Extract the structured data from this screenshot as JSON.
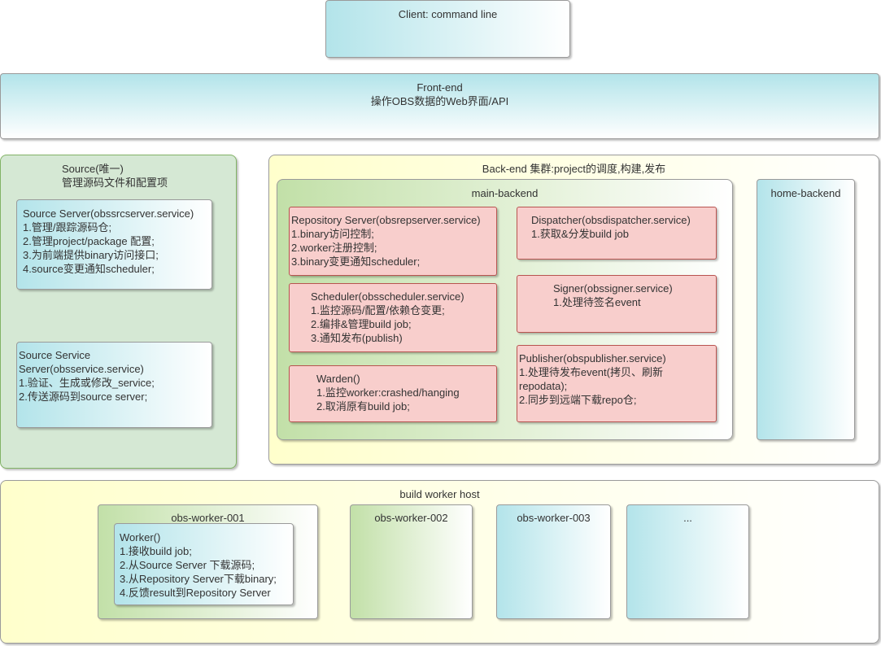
{
  "client": {
    "title": "Client: command line"
  },
  "frontend": {
    "line1": "Front-end",
    "line2": "操作OBS数据的Web界面/API"
  },
  "source": {
    "title": "Source(唯一)\n管理源码文件和配置项",
    "server": "Source Server(obssrcserver.service)\n1.管理/跟踪源码仓;\n2.管理project/package 配置;\n3.为前端提供binary访问接口;\n4.source变更通知scheduler;",
    "service": "Source Service\nServer(obsservice.service)\n1.验证、生成或修改_service;\n2.传送源码到source server;"
  },
  "backend": {
    "title": "Back-end 集群:project的调度,构建,发布",
    "main_title": "main-backend",
    "home_title": "home-backend",
    "repository": "Repository Server(obsrepserver.service)\n1.binary访问控制;\n2.worker注册控制;\n3.binary变更通知scheduler;",
    "scheduler": "Scheduler(obsscheduler.service)\n1.监控源码/配置/依赖仓变更;\n2.编排&管理build job;\n3.通知发布(publish)",
    "warden": "Warden()\n1.监控worker:crashed/hanging\n2.取消原有build job;",
    "dispatcher": "Dispatcher(obsdispatcher.service)\n1.获取&分发build job",
    "signer": "Signer(obssigner.service)\n1.处理待签名event",
    "publisher": "Publisher(obspublisher.service)\n1.处理待发布event(拷贝、刷新\nrepodata);\n2.同步到远端下载repo仓;"
  },
  "worker_host": {
    "title": "build worker host",
    "worker1": "obs-worker-001",
    "worker2": "obs-worker-002",
    "worker3": "obs-worker-003",
    "worker_more": "...",
    "worker_detail": "Worker()\n1.接收build job;\n2.从Source Server 下载源码;\n3.从Repository Server下载binary;\n4.反馈result到Repository Server"
  }
}
